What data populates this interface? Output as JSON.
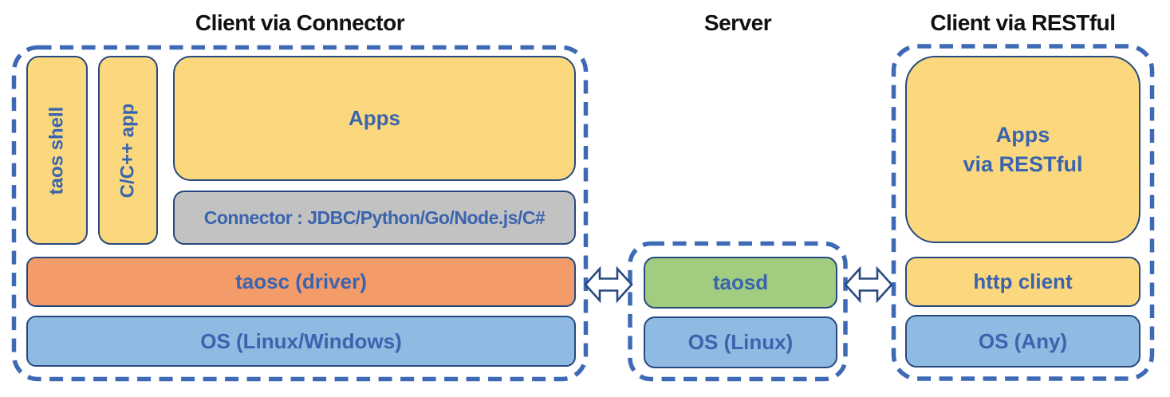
{
  "colors": {
    "yellow_box": "#FBD87D",
    "orange_box": "#F49B6A",
    "blue_box": "#8FBAE2",
    "green_box": "#A2CD80",
    "gray_box": "#C2C2C2",
    "label_blue": "#3A64AE",
    "box_border": "#27497F",
    "dashed_border_blue": "#3E6AB5",
    "title_black": "#111111"
  },
  "sections": [
    {
      "title": "Client via Connector",
      "boxes": {
        "taos_shell": "taos shell",
        "cpp_app": "C/C++ app",
        "apps": "Apps",
        "connector": "Connector : JDBC/Python/Go/Node.js/C#",
        "taosc": "taosc (driver)",
        "os": "OS (Linux/Windows)"
      }
    },
    {
      "title": "Server",
      "boxes": {
        "taosd": "taosd",
        "os": "OS (Linux)"
      }
    },
    {
      "title": "Client via RESTful",
      "boxes": {
        "apps_line1": "Apps",
        "apps_line2": "via RESTful",
        "http_client": "http client",
        "os": "OS (Any)"
      }
    }
  ],
  "connections": [
    {
      "from": "taosc (driver)",
      "to": "taosd",
      "type": "double-headed-arrow"
    },
    {
      "from": "taosd",
      "to": "http client",
      "type": "double-headed-arrow"
    }
  ]
}
